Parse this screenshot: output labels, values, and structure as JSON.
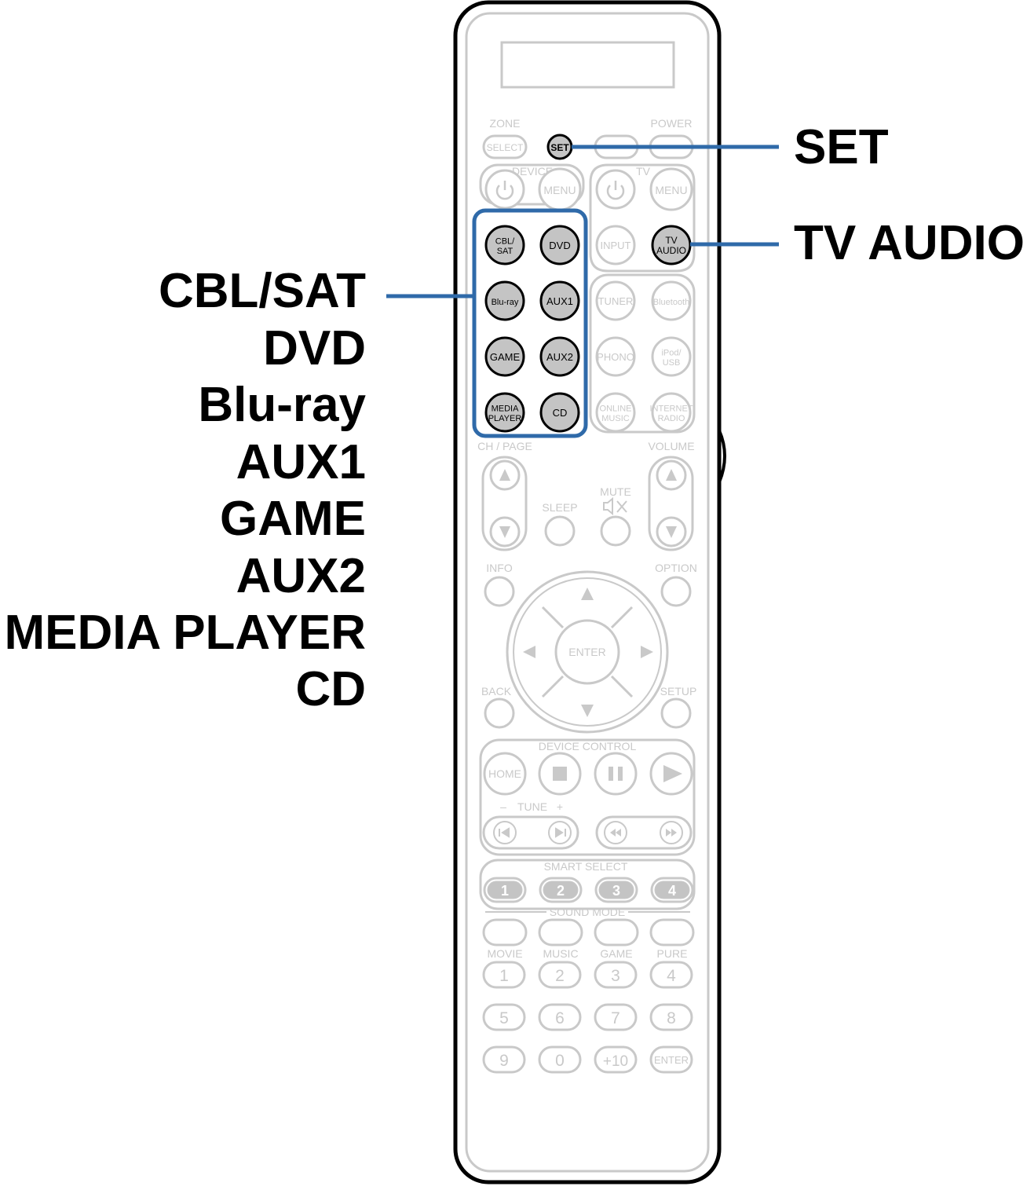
{
  "callouts": {
    "right": [
      "SET",
      "TV AUDIO"
    ],
    "left": [
      "CBL/SAT",
      "DVD",
      "Blu-ray",
      "AUX1",
      "GAME",
      "AUX2",
      "MEDIA PLAYER",
      "CD"
    ]
  },
  "colors": {
    "highlight": "#2f6aa9",
    "faded": "#c9c9c9",
    "active_fill": "#c4c4c4",
    "outline": "#000000"
  },
  "remote": {
    "zone_label": "ZONE",
    "power_label": "POWER",
    "select_button": "SELECT",
    "set_button": "SET",
    "device_label": "DEVICE",
    "tv_label": "TV",
    "device_power_icon": "power-icon",
    "device_menu": "MENU",
    "tv_power_icon": "power-icon",
    "tv_menu": "MENU",
    "tv_input": "INPUT",
    "tv_audio": [
      "TV",
      "AUDIO"
    ],
    "sources_active": [
      [
        "CBL/",
        "SAT"
      ],
      [
        "DVD"
      ],
      [
        "Blu-ray"
      ],
      [
        "AUX1"
      ],
      [
        "GAME"
      ],
      [
        "AUX2"
      ],
      [
        "MEDIA",
        "PLAYER"
      ],
      [
        "CD"
      ]
    ],
    "sources_inactive": [
      [
        "TUNER"
      ],
      [
        "Bluetooth"
      ],
      [
        "PHONO"
      ],
      [
        "iPod/",
        "USB"
      ],
      [
        "ONLINE",
        "MUSIC"
      ],
      [
        "INTERNET",
        "RADIO"
      ]
    ],
    "ch_page_label": "CH / PAGE",
    "volume_label": "VOLUME",
    "sleep_label": "SLEEP",
    "mute_label": "MUTE",
    "info_label": "INFO",
    "option_label": "OPTION",
    "enter_label": "ENTER",
    "back_label": "BACK",
    "setup_label": "SETUP",
    "device_control_label": "DEVICE CONTROL",
    "home_label": "HOME",
    "tune_label": "TUNE",
    "tune_minus": "–",
    "tune_plus": "+",
    "smart_select_label": "SMART SELECT",
    "smart_select_buttons": [
      "1",
      "2",
      "3",
      "4"
    ],
    "sound_mode_label": "SOUND MODE",
    "sound_modes": [
      "MOVIE",
      "MUSIC",
      "GAME",
      "PURE"
    ],
    "keypad": [
      "1",
      "2",
      "3",
      "4",
      "5",
      "6",
      "7",
      "8",
      "9",
      "0",
      "+10",
      "ENTER"
    ]
  }
}
